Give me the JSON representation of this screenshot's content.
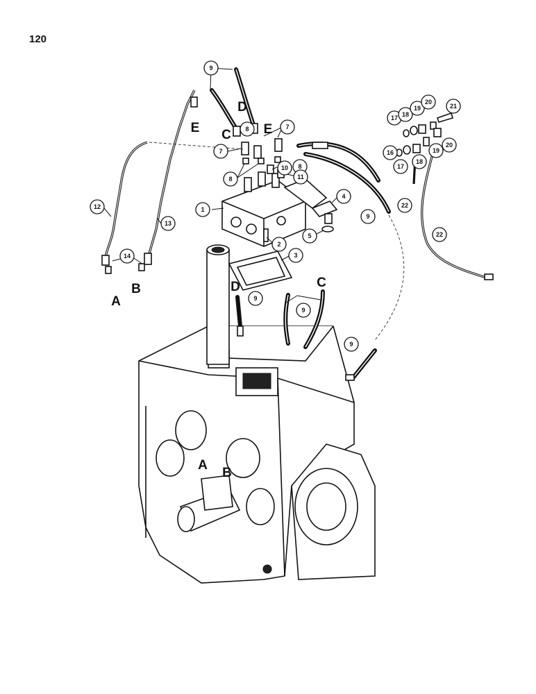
{
  "page_number": "120",
  "callouts": [
    {
      "id": "c1",
      "label": "1"
    },
    {
      "id": "c2",
      "label": "2"
    },
    {
      "id": "c3",
      "label": "3"
    },
    {
      "id": "c4",
      "label": "4"
    },
    {
      "id": "c5",
      "label": "5"
    },
    {
      "id": "c7a",
      "label": "7"
    },
    {
      "id": "c7b",
      "label": "7"
    },
    {
      "id": "c8a",
      "label": "8"
    },
    {
      "id": "c8b",
      "label": "8"
    },
    {
      "id": "c8c",
      "label": "8"
    },
    {
      "id": "c9a",
      "label": "9"
    },
    {
      "id": "c9b",
      "label": "9"
    },
    {
      "id": "c9c",
      "label": "9"
    },
    {
      "id": "c9d",
      "label": "9"
    },
    {
      "id": "c9e",
      "label": "9"
    },
    {
      "id": "c10",
      "label": "10"
    },
    {
      "id": "c11",
      "label": "11"
    },
    {
      "id": "c12",
      "label": "12"
    },
    {
      "id": "c13",
      "label": "13"
    },
    {
      "id": "c14",
      "label": "14"
    },
    {
      "id": "c16",
      "label": "16"
    },
    {
      "id": "c17a",
      "label": "17"
    },
    {
      "id": "c17b",
      "label": "17"
    },
    {
      "id": "c18a",
      "label": "18"
    },
    {
      "id": "c18b",
      "label": "18"
    },
    {
      "id": "c19a",
      "label": "19"
    },
    {
      "id": "c19b",
      "label": "19"
    },
    {
      "id": "c20a",
      "label": "20"
    },
    {
      "id": "c20b",
      "label": "20"
    },
    {
      "id": "c21",
      "label": "21"
    },
    {
      "id": "c22a",
      "label": "22"
    },
    {
      "id": "c22b",
      "label": "22"
    }
  ],
  "ports": [
    {
      "id": "pE1",
      "label": "E"
    },
    {
      "id": "pC1",
      "label": "C"
    },
    {
      "id": "pD1",
      "label": "D"
    },
    {
      "id": "pE2",
      "label": "E"
    },
    {
      "id": "pA1",
      "label": "A"
    },
    {
      "id": "pB1",
      "label": "B"
    },
    {
      "id": "pD2",
      "label": "D"
    },
    {
      "id": "pC2",
      "label": "C"
    },
    {
      "id": "pA2",
      "label": "A"
    },
    {
      "id": "pB2",
      "label": "B"
    }
  ]
}
